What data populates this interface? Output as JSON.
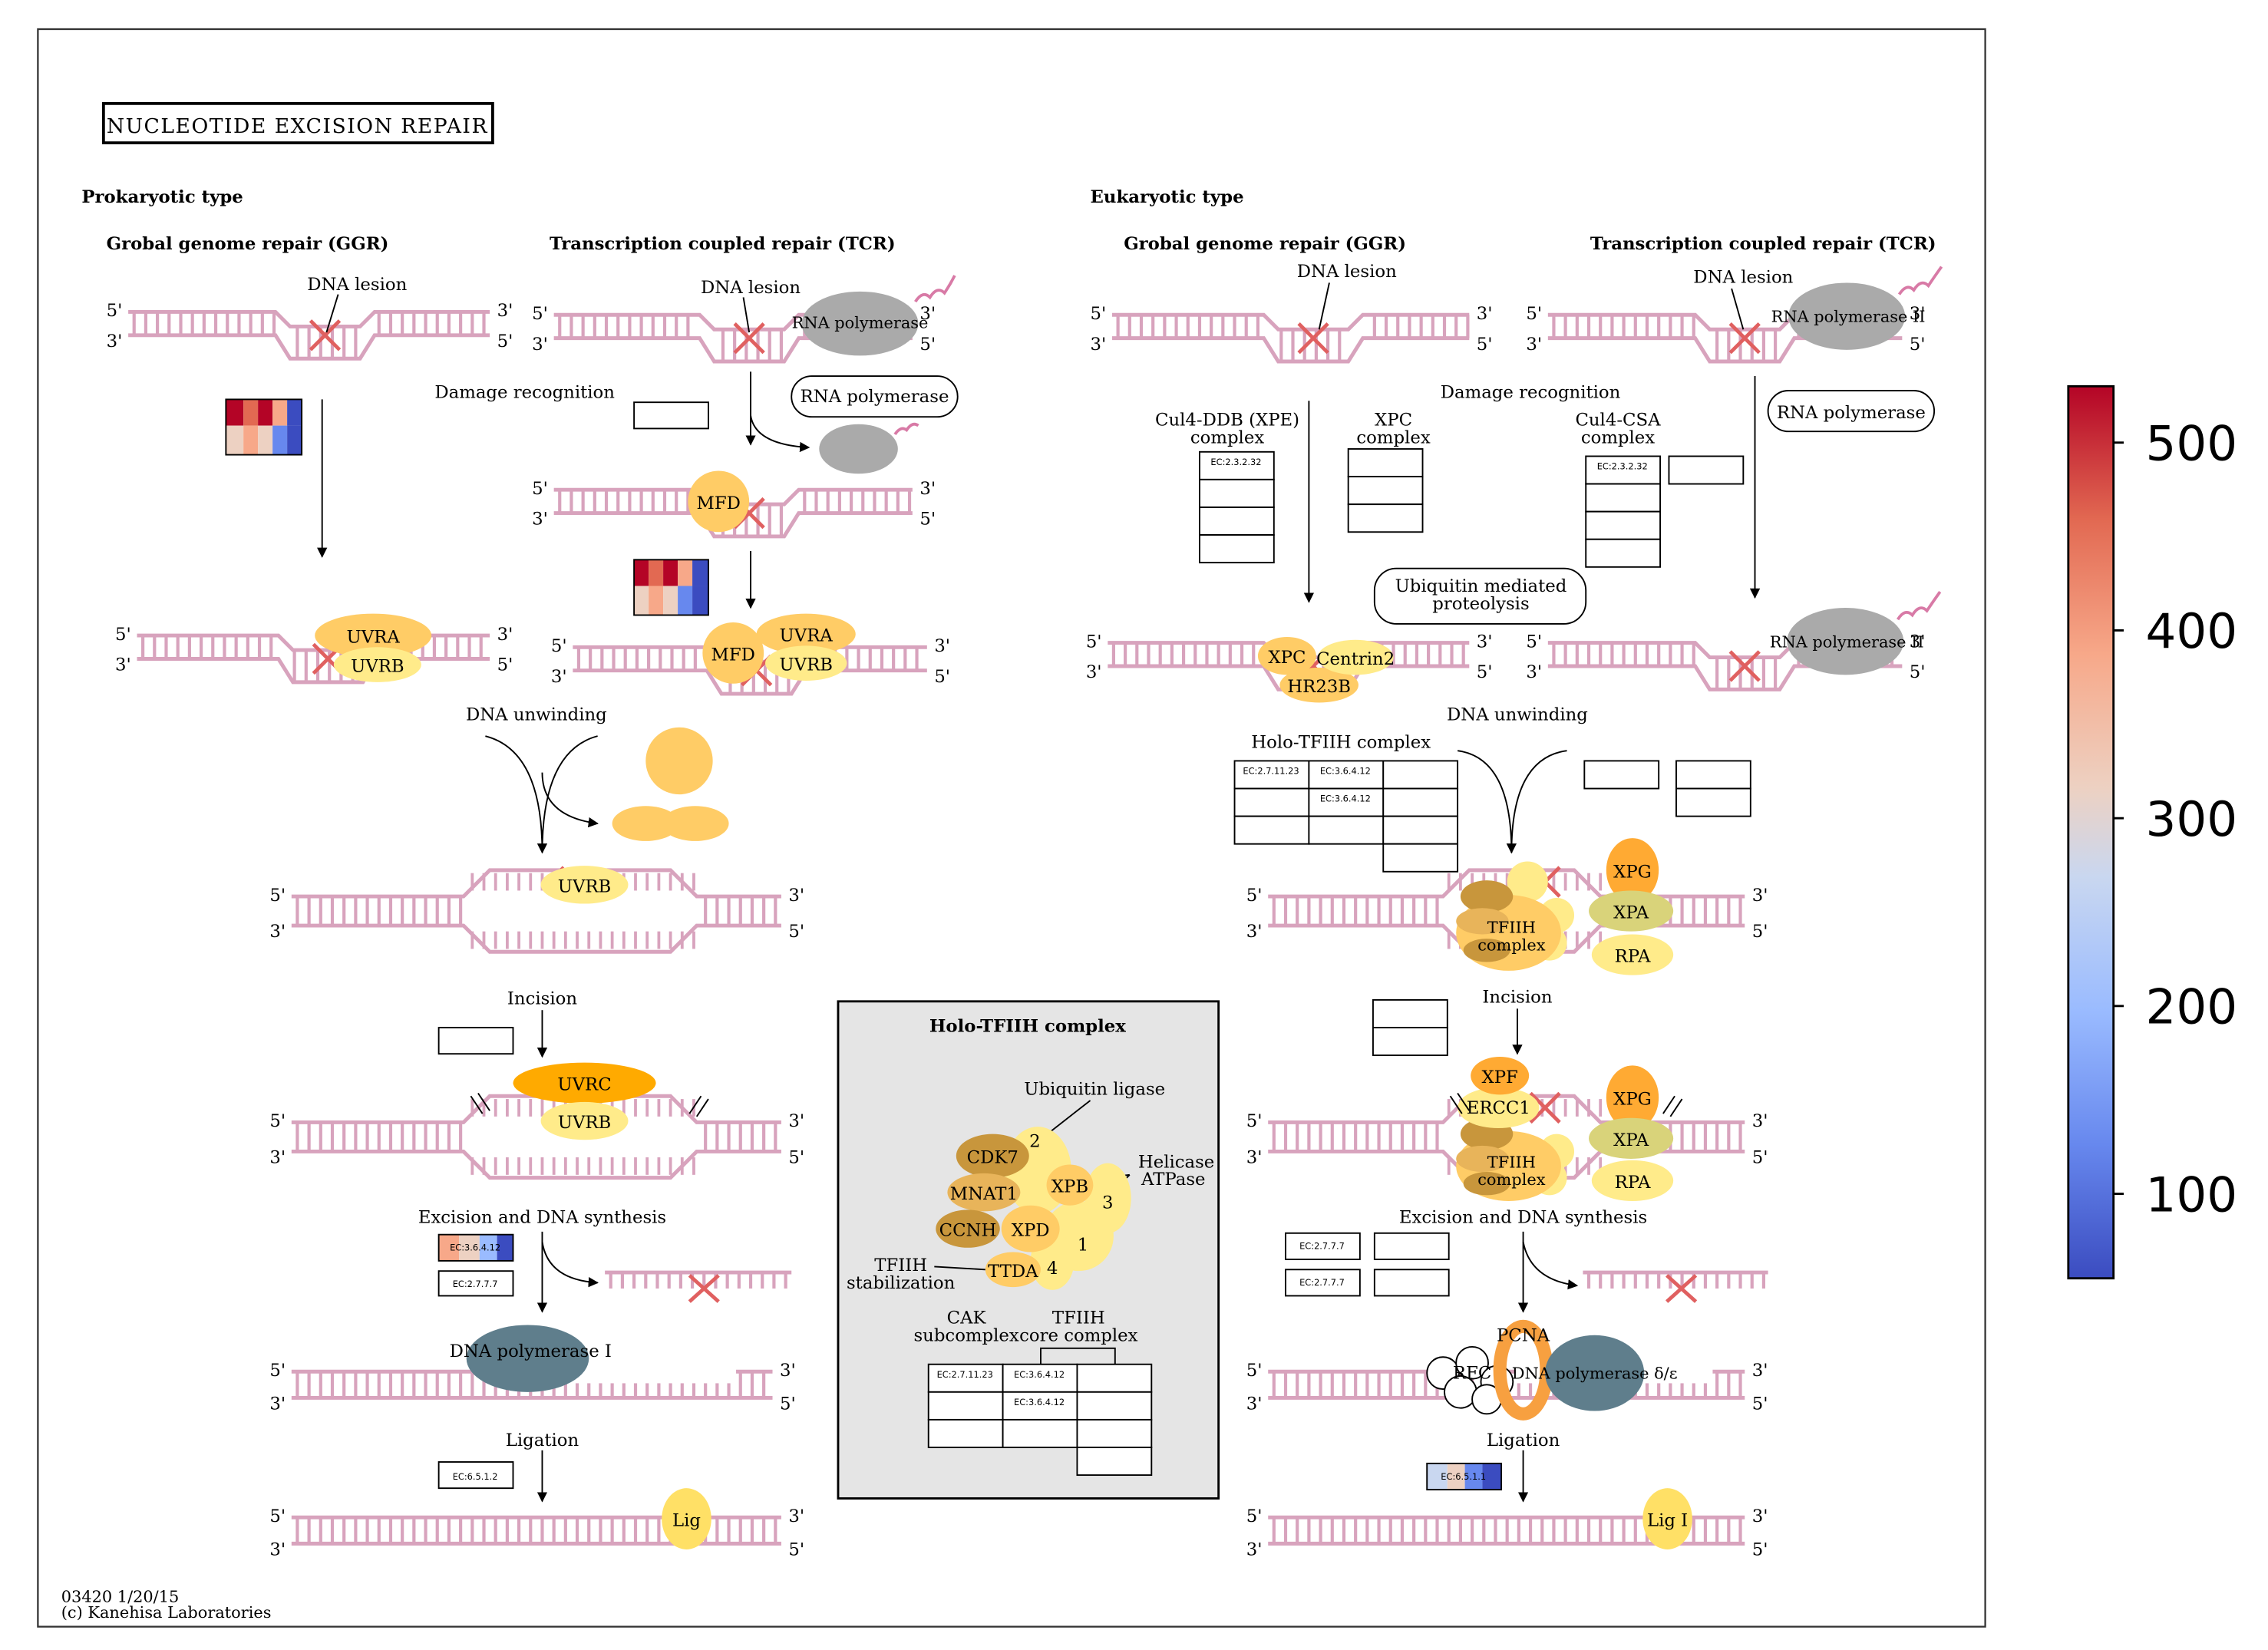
{
  "title": "NUCLEOTIDE EXCISION REPAIR",
  "footer": {
    "id_date": "03420 1/20/15",
    "copyright": "(c) Kanehisa Laboratories"
  },
  "prokaryotic": {
    "heading": "Prokaryotic type",
    "ggr_heading": "Grobal genome repair (GGR)",
    "tcr_heading": "Transcription coupled repair (TCR)"
  },
  "eukaryotic": {
    "heading": "Eukaryotic type",
    "ggr_heading": "Grobal genome repair (GGR)",
    "tcr_heading": "Transcription coupled repair (TCR)"
  },
  "labels": {
    "dna_lesion": "DNA lesion",
    "damage_recognition": "Damage recognition",
    "dna_unwinding": "DNA unwinding",
    "incision": "Incision",
    "excision": "Excision and DNA synthesis",
    "ligation": "Ligation",
    "five_prime": "5'",
    "three_prime": "3'",
    "rna_polymerase": "RNA polymerase",
    "rna_pol_ii": "RNA polymerase II",
    "cul4_ddb": "Cul4-DDB (XPE) complex",
    "xpc_complex": "XPC complex",
    "cul4_csa": "Cul4-CSA complex",
    "ubiquitin_proteolysis": "Ubiquitin mediated proteolysis",
    "holo_tfiih_complex": "Holo-TFIIH complex",
    "ubiquitin_ligase": "Ubiquitin ligase",
    "helicase_atpase": "Helicase ATPase",
    "tfiih_stabilization": "TFIIH stabilization",
    "cak_subcomplex": "CAK subcomplex",
    "tfiih_core_complex": "TFIIH core complex"
  },
  "proteins": {
    "uvra": "UVRA",
    "uvrb": "UVRB",
    "uvrc": "UVRC",
    "mfd": "MFD",
    "dna_pol_i": "DNA polymerase I",
    "lig": "Lig",
    "xpc": "XPC",
    "centrin2": "Centrin2",
    "hr23b": "HR23B",
    "tfiih": "TFIIH complex",
    "xpg": "XPG",
    "xpa": "XPA",
    "rpa": "RPA",
    "xpf": "XPF",
    "ercc1": "ERCC1",
    "pcna": "PCNA",
    "rfc": "RFC",
    "dna_pol_delta": "DNA polymerase δ/ε",
    "lig_i": "Lig I",
    "cdk7": "CDK7",
    "mnat1": "MNAT1",
    "ccnh": "CCNH",
    "xpb": "XPB",
    "xpd": "XPD",
    "ttda": "TTDA",
    "n1": "1",
    "n2": "2",
    "n3": "3",
    "n4": "4"
  },
  "ec_numbers": {
    "ddb": "EC:2.3.2.32",
    "csa": "EC:2.3.2.32",
    "cdk7": "EC:2.7.11.23",
    "helicase": "EC:3.6.4.12",
    "pol": "EC:2.7.7.7",
    "ligase": "EC:6.5.1.1",
    "uvrd": "EC:3.6.4.12",
    "ligase_pro": "EC:6.5.1.2"
  },
  "colorbar": {
    "min": 55,
    "max": 530,
    "ticks": [
      "100",
      "200",
      "300",
      "400",
      "500"
    ],
    "colors": [
      "#3b4cc0",
      "#6788ee",
      "#9abbff",
      "#c9d7f0",
      "#edd1c2",
      "#f7a889",
      "#e26952",
      "#b40426"
    ]
  }
}
